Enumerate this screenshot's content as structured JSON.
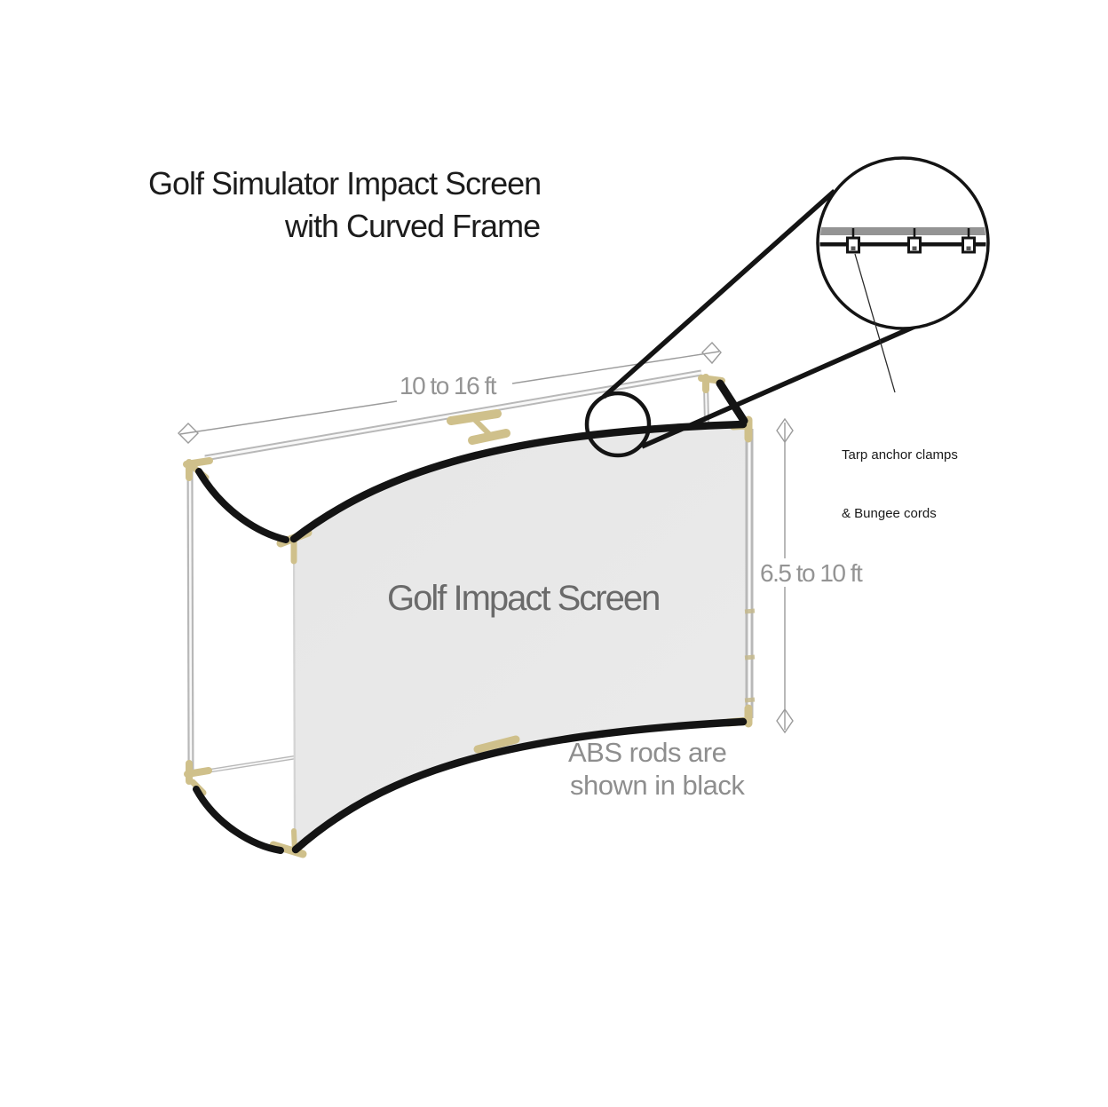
{
  "title": {
    "line1": "Golf Simulator Impact Screen",
    "line2": "with Curved Frame"
  },
  "dimensions": {
    "width_label": "10 to 16 ft",
    "height_label": "6.5 to 10 ft"
  },
  "screen": {
    "label": "Golf Impact Screen"
  },
  "note": {
    "line1": "ABS rods are",
    "line2": "shown in black"
  },
  "callout": {
    "line1": "Tarp anchor clamps",
    "line2": "& Bungee cords"
  },
  "colors": {
    "background": "#ffffff",
    "rod_black": "#141414",
    "frame_tube_gray": "#b8b8b8",
    "fitting_tan": "#cfc08b",
    "screen_fill": "#e9e9e9",
    "screen_label_gray": "#6a6a6a",
    "dimension_gray": "#949494",
    "note_gray": "#8e8e8e",
    "callout_text_black": "#1a1a1a",
    "detail_bar_gray": "#949494"
  }
}
